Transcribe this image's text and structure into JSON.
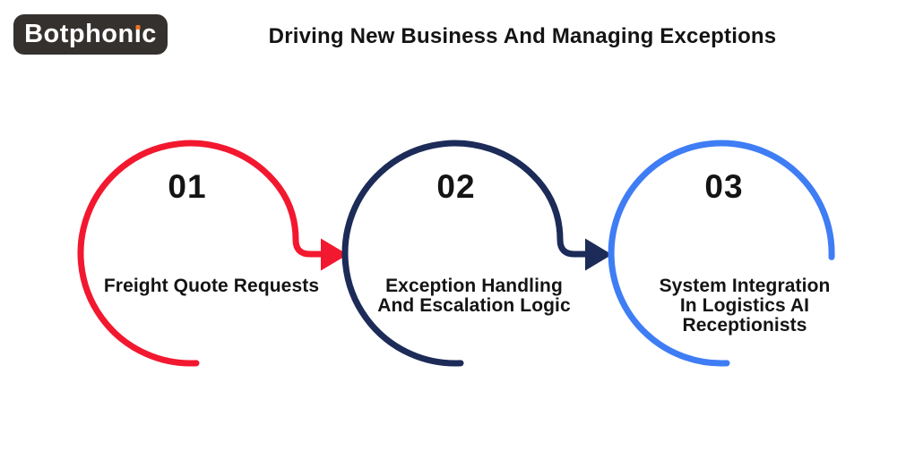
{
  "theme": {
    "text_color": "#141414",
    "logo_bg": "#35312e",
    "logo_dot": "#ee7420",
    "background": "#ffffff"
  },
  "logo": {
    "text": "Botphonic",
    "text_pre": "Botphon",
    "text_i": "ı",
    "text_post": "c"
  },
  "title": "Driving New Business And Managing Exceptions",
  "steps": [
    {
      "number": "01",
      "color": "#f2182f",
      "lines": [
        "Freight Quote Requests"
      ],
      "has_arrow": true
    },
    {
      "number": "02",
      "color": "#1c2b57",
      "lines": [
        "Exception Handling",
        "And Escalation Logic"
      ],
      "has_arrow": true
    },
    {
      "number": "03",
      "color": "#3e7df4",
      "lines": [
        "System Integration",
        "In Logistics AI",
        "Receptionists"
      ],
      "has_arrow": false
    }
  ]
}
